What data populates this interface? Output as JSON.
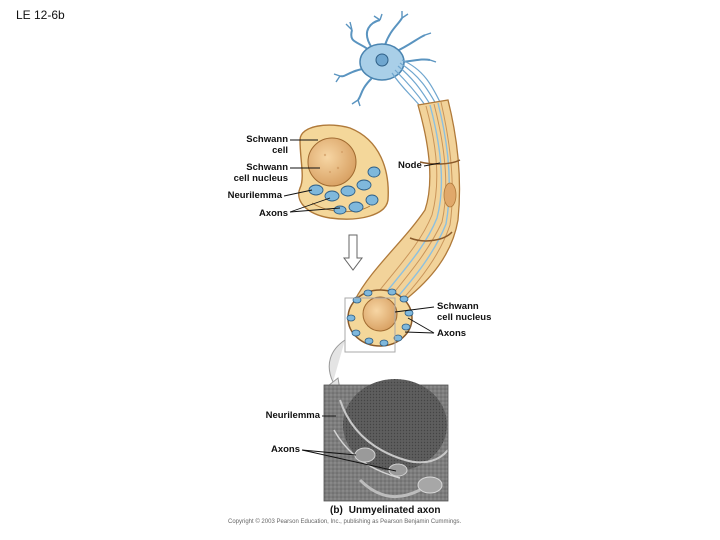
{
  "slide": {
    "title": "LE 12-6b"
  },
  "labels": {
    "cross_section": {
      "schwann_cell": "Schwann\ncell",
      "schwann_cell_nucleus": "Schwann\ncell nucleus",
      "neurilemma": "Neurilemma",
      "axons": "Axons"
    },
    "nerve": {
      "node": "Node",
      "schwann_cell_nucleus": "Schwann\ncell nucleus",
      "axons": "Axons"
    },
    "micrograph": {
      "neurilemma": "Neurilemma",
      "axons": "Axons"
    }
  },
  "caption": {
    "tag": "(b)",
    "text": "Unmyelinated axon"
  },
  "copyright": "Copyright © 2003 Pearson Education, Inc., publishing as Pearson Benjamin Cummings.",
  "colors": {
    "schwann_fill": "#f4d79a",
    "schwann_edge": "#b07a3a",
    "nucleus_fill": "#e8b67a",
    "axon_fill": "#7fb8dc",
    "axon_edge": "#2f5f86",
    "neuron_fill": "#a9cfe8",
    "micrograph_bg": "#8a8a8a"
  }
}
